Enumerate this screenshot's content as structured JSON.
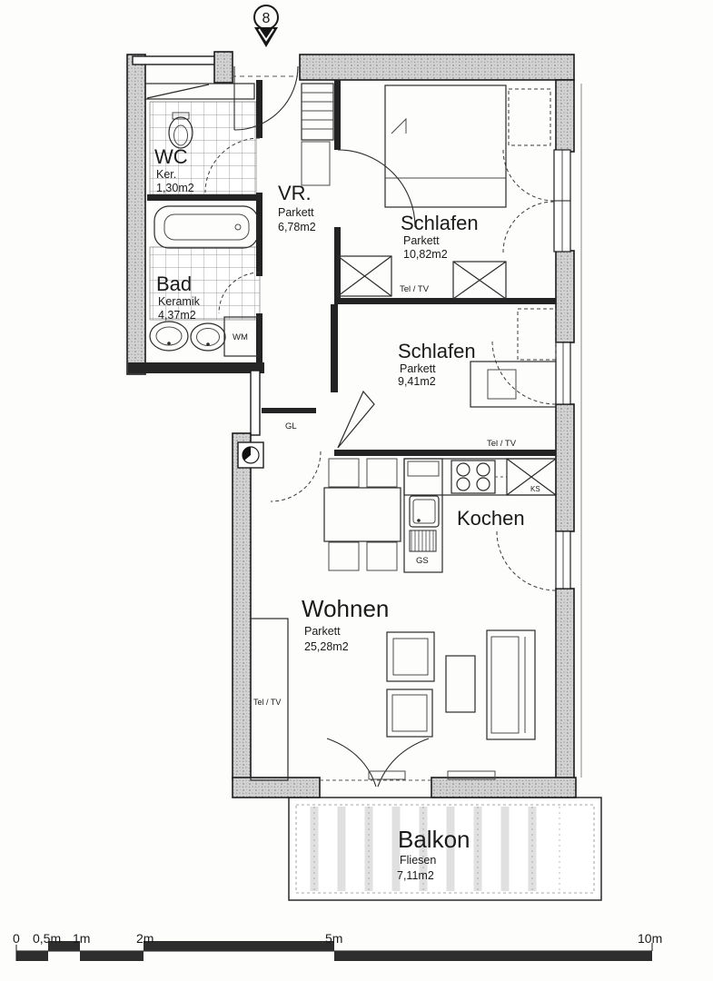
{
  "north": {
    "marker": "8"
  },
  "rooms": [
    {
      "name": "WC",
      "floor": "Ker.",
      "area": "1,30m2"
    },
    {
      "name": "VR.",
      "floor": "Parkett",
      "area": "6,78m2"
    },
    {
      "name": "Schlafen",
      "floor": "Parkett",
      "area": "10,82m2"
    },
    {
      "name": "Bad",
      "floor": "Keramik",
      "area": "4,37m2"
    },
    {
      "name": "Schlafen",
      "floor": "Parkett",
      "area": "9,41m2"
    },
    {
      "name": "Kochen"
    },
    {
      "name": "Wohnen",
      "floor": "Parkett",
      "area": "25,28m2"
    },
    {
      "name": "Balkon",
      "floor": "Fliesen",
      "area": "7,11m2"
    }
  ],
  "labels": {
    "tel_tv": "Tel / TV",
    "gl": "GL",
    "wm": "WM",
    "ks": "KS",
    "gs": "GS"
  },
  "scale": {
    "labels": [
      "0",
      "0,5m",
      "1m",
      "2m",
      "5m",
      "10m"
    ]
  },
  "colors": {
    "ink": "#1a1a1a",
    "wall_fill": "#d2d2d2",
    "paper": "#fdfdfc"
  }
}
